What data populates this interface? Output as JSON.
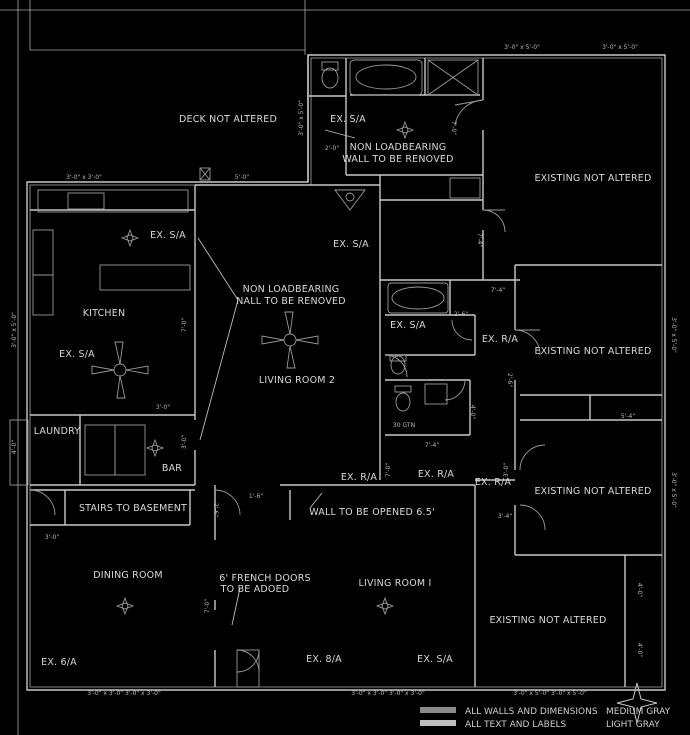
{
  "rooms": {
    "deck": "DECK NOT ALTERED",
    "kitchen": "KITCHEN",
    "laundry": "LAUNDRY",
    "bar": "BAR",
    "stairs": "STAIRS TO BASEMENT",
    "dining": "DINING ROOM",
    "living2": "LIVING ROOM 2",
    "living1": "LIVING ROOM I",
    "existing1": "EXISTING NOT ALTERED",
    "existing2": "EXISTING NOT ALTERED",
    "existing3": "EXISTING NOT ALTERED",
    "existing4": "EXISTING NOT ALTERED"
  },
  "notes": {
    "nlb_top_1": "NON LOADBEARING",
    "nlb_top_2": "WALL TO BE RENOVED",
    "nlb_mid_1": "NON LOADBEARING",
    "nlb_mid_2": "NALL TO BE RENOVED",
    "wall_open": "WALL TO BE OPENED 6.5'",
    "french_1": "6' FRENCH DOORS",
    "french_2": "TO BE ADOED"
  },
  "tags": {
    "ex_sa_bath_top": "EX. S/A",
    "ex_sa_kitchen": "EX. S/A",
    "ex_sa_living2": "EX. S/A",
    "ex_sa_kitchen_fan": "EX. S/A",
    "ex_sa_bath_mid": "EX. S/A",
    "ex_ra_bath": "EX. R/A",
    "ex_ra_hall1": "EX. R/A",
    "ex_ra_hall2": "EX. R/A",
    "ex_ra_hall3": "EX. R/A",
    "ex_sa_dining": "EX. 6/A",
    "ex_sa_living1a": "EX. 8/A",
    "ex_sa_living1b": "EX. S/A"
  },
  "dims": {
    "top_right_1": "3'-0\" x 5'-0\"",
    "top_right_2": "3'-0\" x 5'-0\"",
    "kitchen_top": "3'-0\" x 3'-0\"",
    "center_top": "5'-0\"",
    "bath_side": "3'-0\" x 5'-0\"",
    "bath_2": "2'-0\"",
    "bath_3": "7'-0\"",
    "hall_1": "7'-4\"",
    "hall_2": "7'-4\"",
    "hall_3": "7'-4\"",
    "hall_4": "2'-6\"",
    "hall_5": "2'-6\"",
    "right_win1": "3'-0\" x 5'-0\"",
    "right_win2": "3'-0\" x 5'-0\"",
    "left_win": "3'-0\" x 5'-0\"",
    "laundry_dim": "4'-0\"",
    "laundry_top": "3'-0\"",
    "stair_1": "2'-6\"",
    "stair_2": "1'-6\"",
    "dining_dim": "3'-0\"",
    "dining_side": "7'-0\"",
    "dining_side2": "7'-0\"",
    "kitchen_side": "7'-0\"",
    "kitchen_side2": "3'-0\"",
    "bar_dim": "3'-0\"",
    "closet_1": "5'-4\"",
    "closet_2": "4'-0\"",
    "bottom_1": "3'-0\" x 3'-0\"  3'-0\" x 3'-0\"",
    "bottom_2": "3'-0\" x 3'-0\"  3'-0\" x 3'-0\"",
    "bottom_3": "3'-0\" x 5'-0\"  3'-0\" x 5'-0\"",
    "existing_side": "4'-0\"",
    "existing_side2": "4'-0\"",
    "hall_door": "3'-4\"",
    "tub": "30 GTN"
  },
  "legend": {
    "row1_label": "ALL WALLS AND DIMENSIONS",
    "row1_value": "MEDIUM GRAY",
    "row2_label": "ALL TEXT AND LABELS",
    "row2_value": "LIGHT GRAY",
    "row1_color": "#8a8a8a",
    "row2_color": "#bdbdbd"
  }
}
